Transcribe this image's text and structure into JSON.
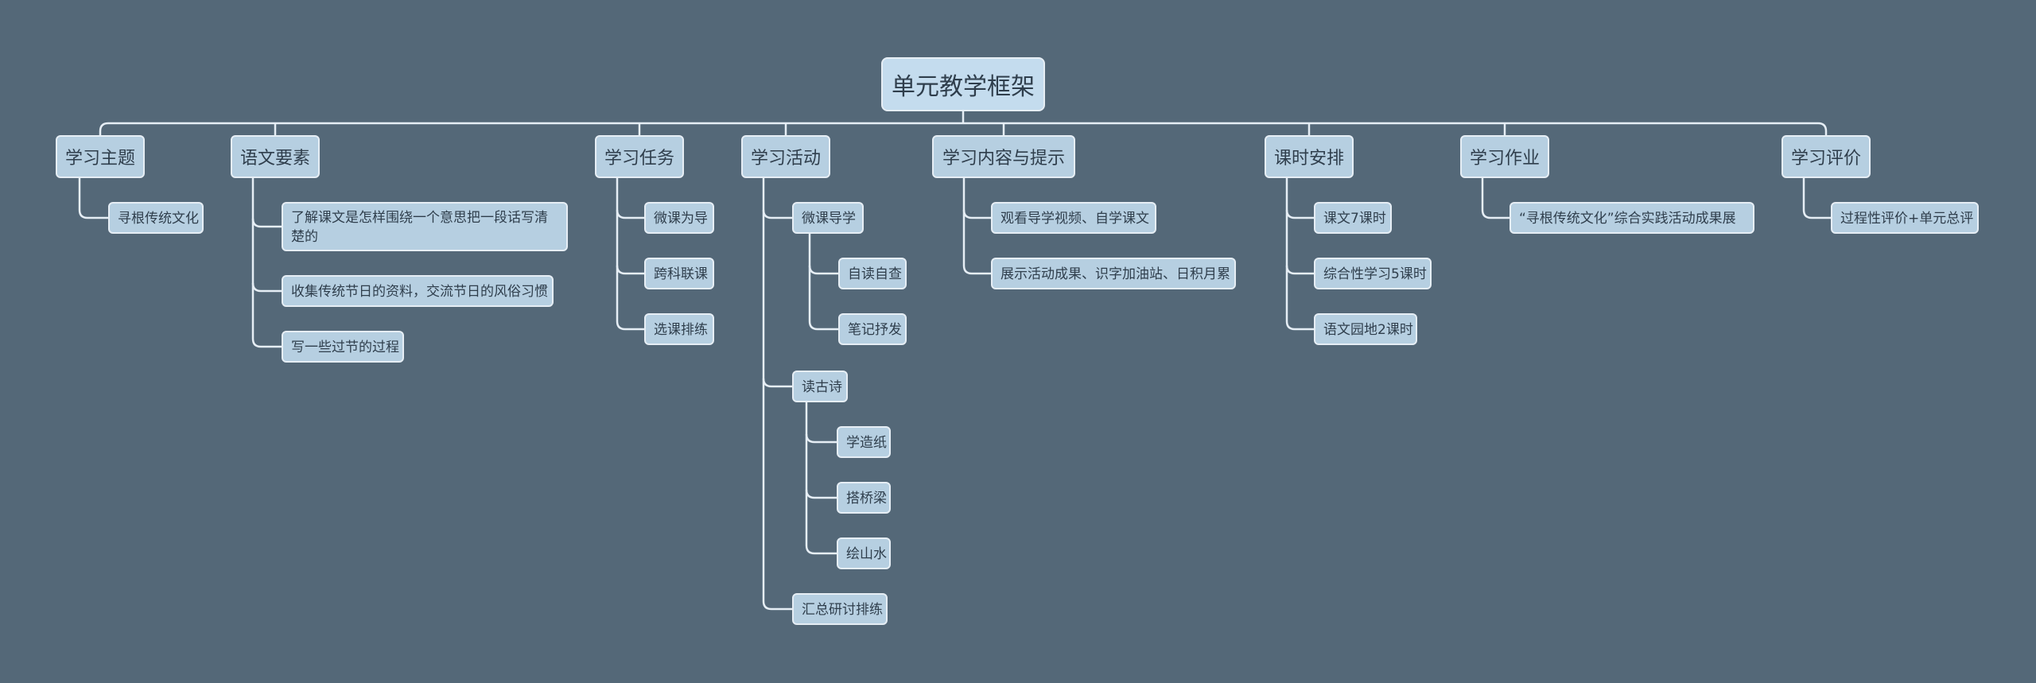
{
  "root": "单元教学框架",
  "branches": [
    {
      "label": "学习主题",
      "children": [
        {
          "label": "寻根传统文化"
        }
      ]
    },
    {
      "label": "语文要素",
      "children": [
        {
          "label": "了解课文是怎样围绕一个意思把一段话写清楚的"
        },
        {
          "label": "收集传统节日的资料，交流节日的风俗习惯"
        },
        {
          "label": "写一些过节的过程"
        }
      ]
    },
    {
      "label": "学习任务",
      "children": [
        {
          "label": "微课为导"
        },
        {
          "label": "跨科联课"
        },
        {
          "label": "选课排练"
        }
      ]
    },
    {
      "label": "学习活动",
      "children": [
        {
          "label": "微课导学",
          "children": [
            {
              "label": "自读自查"
            },
            {
              "label": "笔记抒发"
            }
          ]
        },
        {
          "label": "读古诗",
          "children": [
            {
              "label": "学造纸"
            },
            {
              "label": "搭桥梁"
            },
            {
              "label": "绘山水"
            }
          ]
        },
        {
          "label": "汇总研讨排练"
        }
      ]
    },
    {
      "label": "学习内容与提示",
      "children": [
        {
          "label": "观看导学视频、自学课文"
        },
        {
          "label": "展示活动成果、识字加油站、日积月累"
        }
      ]
    },
    {
      "label": "课时安排",
      "children": [
        {
          "label": "课文7课时"
        },
        {
          "label": "综合性学习5课时"
        },
        {
          "label": "语文园地2课时"
        }
      ]
    },
    {
      "label": "学习作业",
      "children": [
        {
          "label": "“寻根传统文化”综合实践活动成果展"
        }
      ]
    },
    {
      "label": "学习评价",
      "children": [
        {
          "label": "过程性评价+单元总评"
        }
      ]
    }
  ]
}
